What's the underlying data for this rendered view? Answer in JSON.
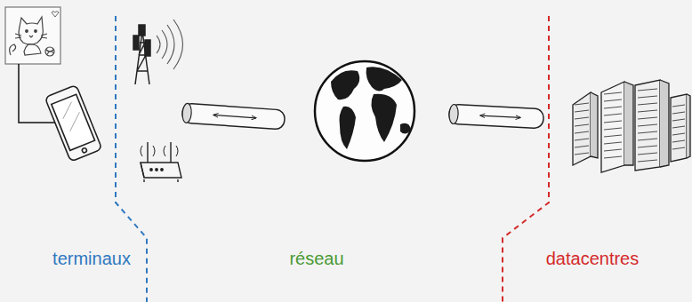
{
  "diagram": {
    "labels": [
      "terminaux",
      "réseau",
      "datacentres"
    ]
  }
}
